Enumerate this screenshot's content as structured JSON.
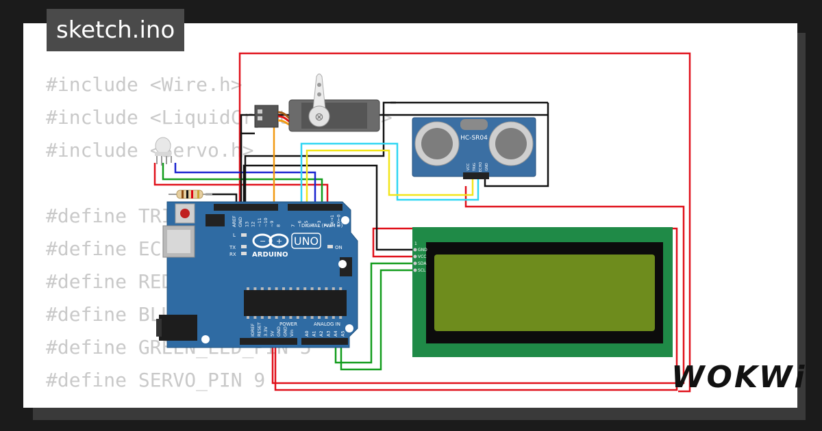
{
  "tab": {
    "filename": "sketch.ino"
  },
  "code_lines": [
    "#include <Wire.h>",
    "#include <LiquidCrystal_I2C.h>",
    "#include <Servo.h>",
    "",
    "#define TRIG_PIN 3",
    "#define ECHO_PIN 2",
    "#define RED_LED_PIN 4",
    "#define BLUE_LED_PIN 6",
    "#define GREEN_LED_PIN 5",
    "#define SERVO_PIN 9"
  ],
  "arduino": {
    "brand": "ARDUINO",
    "model": "UNO",
    "digital_label": "DIGITAL (PWM ~)",
    "digital_pins": [
      "AREF",
      "GND",
      "13",
      "12",
      "~11",
      "~10",
      "~9",
      "8",
      "7",
      "~6",
      "~5",
      "4",
      "~3",
      "2",
      "TX→1",
      "RX←0"
    ],
    "power_label": "POWER",
    "power_pins": [
      "IOREF",
      "RESET",
      "3.3V",
      "5V",
      "GND",
      "GND",
      "Vin"
    ],
    "analog_label": "ANALOG IN",
    "analog_pins": [
      "A0",
      "A1",
      "A2",
      "A3",
      "A4",
      "A5"
    ],
    "led_labels": [
      "L",
      "TX",
      "RX"
    ],
    "on_label": "ON"
  },
  "ultrasonic": {
    "model": "HC-SR04",
    "pins": [
      "VCC",
      "TRIG",
      "ECHO",
      "GND"
    ]
  },
  "lcd": {
    "pins": [
      "GND",
      "VCC",
      "SDA",
      "SCL"
    ],
    "pin1_label": "1"
  },
  "colors": {
    "board": "#2f6ba3",
    "lcd_pcb": "#1f8a47",
    "lcd_screen": "#6e8c1d",
    "sensor": "#3b6fa3",
    "wire_red": "#e0101a",
    "wire_black": "#111111",
    "wire_green": "#119c1b",
    "wire_blue": "#1a24d0",
    "wire_cyan": "#2fd6f2",
    "wire_yellow": "#f2e51a",
    "wire_orange": "#f29a12"
  },
  "brand_logo": "WOKWi"
}
